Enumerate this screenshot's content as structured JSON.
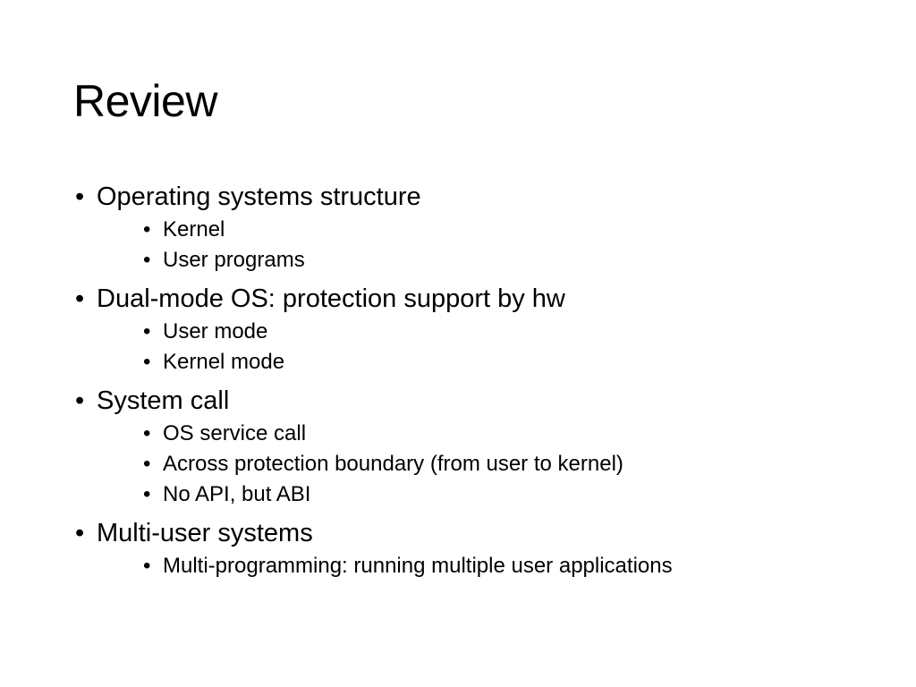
{
  "slide": {
    "title": "Review",
    "bullet_glyph": "•",
    "items": [
      {
        "text": "Operating systems structure",
        "sub": [
          "Kernel",
          "User programs"
        ]
      },
      {
        "text": "Dual-mode OS: protection support by hw",
        "sub": [
          "User mode",
          "Kernel mode"
        ]
      },
      {
        "text": "System call",
        "sub": [
          "OS service call",
          "Across protection boundary (from user to kernel)",
          "No API, but ABI"
        ]
      },
      {
        "text": "Multi-user systems",
        "sub": [
          "Multi-programming: running multiple user applications"
        ]
      }
    ]
  }
}
